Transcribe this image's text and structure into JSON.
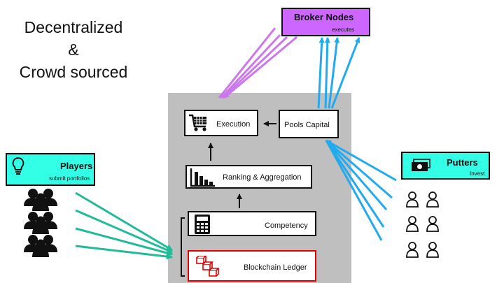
{
  "title": {
    "line1": "Decentralized",
    "line2": "&",
    "line3": "Crowd sourced"
  },
  "broker_nodes": {
    "name": "Broker Nodes",
    "sub": "executes",
    "color": "#cc66ff"
  },
  "players": {
    "name": "Players",
    "sub": "submit portfolios",
    "color": "#33ffe6"
  },
  "putters": {
    "name": "Putters",
    "sub": "Invest",
    "color": "#33ffe6"
  },
  "boxes": {
    "execution": "Execution",
    "pools_capital": "Pools Capital",
    "ranking": "Ranking & Aggregation",
    "competency": "Competency",
    "blockchain": "Blockchain Ledger"
  },
  "colors": {
    "broker_arrow": "#cc77ee",
    "capital_arrow": "#22aaee",
    "player_arrow": "#22bb99",
    "ledger_border": "#e00000",
    "panel": "#bfbfbf"
  },
  "icons": [
    "cart-icon",
    "bar-chart-icon",
    "calculator-icon",
    "blockchain-blocks-icon",
    "lightbulb-icon",
    "money-icon",
    "person-icon",
    "group-icon"
  ]
}
